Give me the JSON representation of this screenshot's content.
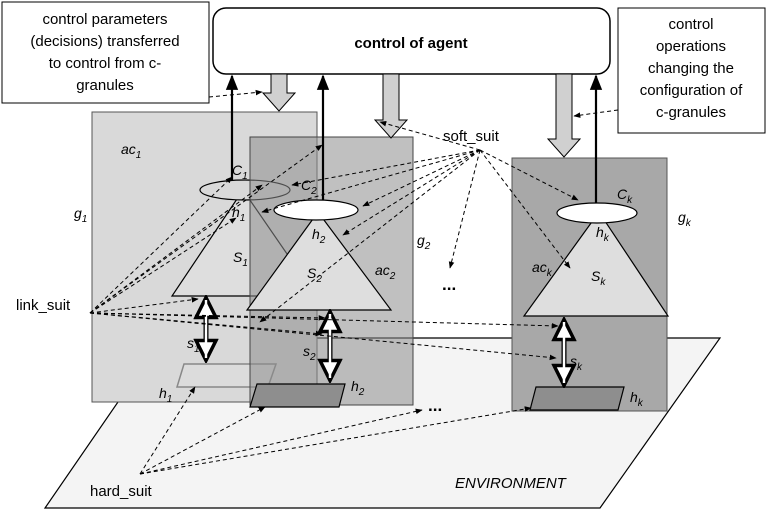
{
  "agent": {
    "title": "control of agent"
  },
  "notes": {
    "left": [
      "control parameters",
      "(decisions) transferred",
      "to control from c-",
      "granules"
    ],
    "right": [
      "control",
      "operations",
      "changing the",
      "configuration of",
      "c-granules"
    ]
  },
  "suits": {
    "soft": "soft_suit",
    "link": "link_suit",
    "hard": "hard_suit"
  },
  "environment": "ENVIRONMENT",
  "ellipsis": "...",
  "granules": [
    {
      "g": "g",
      "gs": "1",
      "ac": "ac",
      "acs": "1",
      "C": "C",
      "Cs": "1",
      "h": "h",
      "hs": "1",
      "S": "S",
      "Ss": "1",
      "s": "s",
      "ss": "1",
      "hb": "h",
      "hbs": "1"
    },
    {
      "g": "g",
      "gs": "2",
      "ac": "ac",
      "acs": "2",
      "C": "C",
      "Cs": "2",
      "h": "h",
      "hs": "2",
      "S": "S",
      "Ss": "2",
      "s": "s",
      "ss": "2",
      "hb": "h",
      "hbs": "2"
    },
    {
      "g": "g",
      "gs": "k",
      "ac": "ac",
      "acs": "k",
      "C": "C",
      "Cs": "k",
      "h": "h",
      "hs": "k",
      "S": "S",
      "Ss": "k",
      "s": "s",
      "ss": "k",
      "hb": "h",
      "hbs": "k"
    }
  ]
}
